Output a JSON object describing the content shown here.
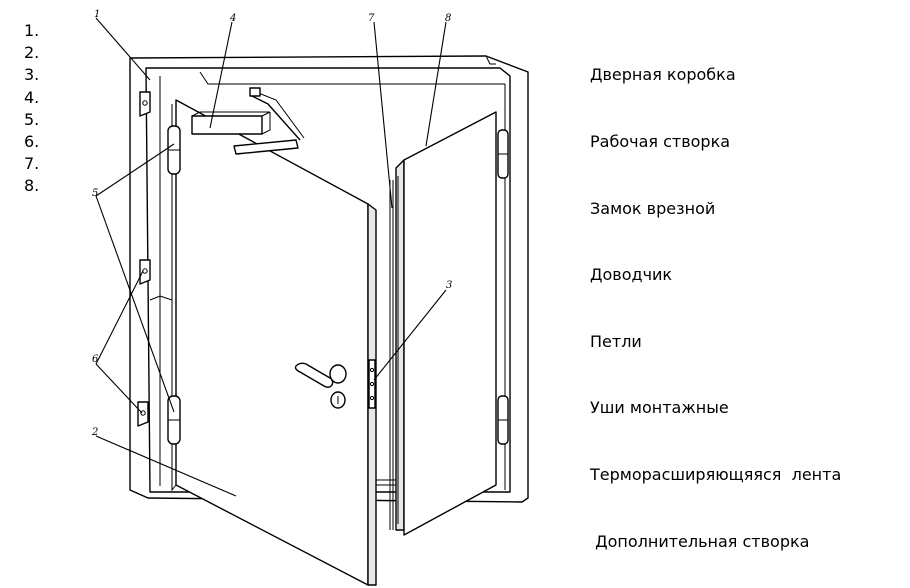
{
  "legend": {
    "numbers": [
      "1.",
      "2.",
      "3.",
      "4.",
      "5.",
      "6.",
      "7.",
      "8."
    ],
    "items": [
      "Дверная коробка",
      "Рабочая створка",
      "Замок врезной",
      "Доводчик",
      "Петли",
      "Уши монтажные",
      "Терморасширяющяяся  лента",
      " Дополнительная створка"
    ]
  },
  "callouts": {
    "c1": "1",
    "c2": "2",
    "c3": "3",
    "c4": "4",
    "c5": "5",
    "c6": "6",
    "c7": "7",
    "c8": "8"
  }
}
